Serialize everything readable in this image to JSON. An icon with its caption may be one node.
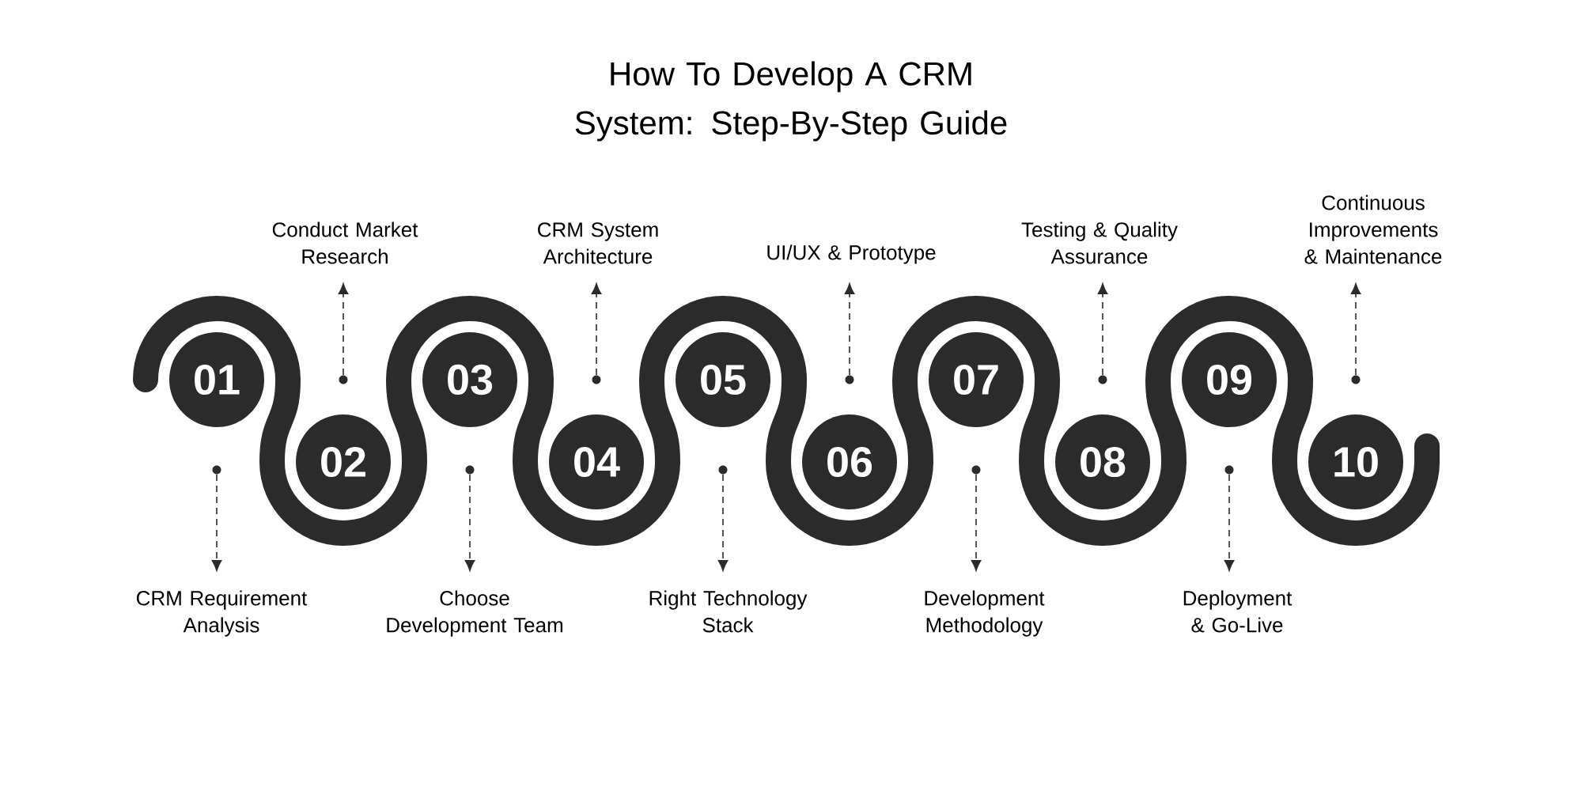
{
  "diagram": {
    "title": "How To Develop A CRM System: Step-By-Step Guide",
    "nodes": [
      {
        "text": [
          "01"
        ]
      },
      {
        "text": [
          "02"
        ]
      },
      {
        "text": [
          "03"
        ]
      },
      {
        "text": [
          "04"
        ]
      },
      {
        "text": [
          "05"
        ]
      },
      {
        "text": [
          "06"
        ]
      },
      {
        "text": [
          "07"
        ]
      },
      {
        "text": [
          "08"
        ]
      },
      {
        "text": [
          "09"
        ]
      },
      {
        "text": [
          "10"
        ]
      },
      {
        "text": [
          "CRM Requirement Analysis"
        ]
      },
      {
        "text": [
          "Conduct Market Research"
        ]
      },
      {
        "text": [
          "Choose Development Team"
        ]
      },
      {
        "text": [
          "CRM System Architecture"
        ]
      },
      {
        "text": [
          "Right Technology Stack"
        ]
      },
      {
        "text": [
          "UI/UX & Prototype"
        ]
      },
      {
        "text": [
          "Development Methodology"
        ]
      },
      {
        "text": [
          "Testing & Quality Assurance"
        ]
      },
      {
        "text": [
          "Deployment & Go-Live"
        ]
      },
      {
        "text": [
          "Continuous Improvements & Maintenance"
        ]
      },
      {
        "text": [],
        "shape": "circle"
      },
      {
        "text": [],
        "shape": "circle"
      },
      {
        "text": [],
        "shape": "circle"
      },
      {
        "text": [],
        "shape": "circle"
      },
      {
        "text": [],
        "shape": "circle"
      },
      {
        "text": [],
        "shape": "circle"
      },
      {
        "text": [],
        "shape": "circle"
      },
      {
        "text": [],
        "shape": "circle"
      },
      {
        "text": [],
        "shape": "circle"
      },
      {
        "text": [],
        "shape": "circle"
      }
    ],
    "edges": [
      {
        "from": 20,
        "to": 10,
        "arrow": "to",
        "style": "dashed"
      },
      {
        "from": 21,
        "to": 11,
        "arrow": "to",
        "style": "dashed"
      },
      {
        "from": 22,
        "to": 12,
        "arrow": "to",
        "style": "dashed"
      },
      {
        "from": 23,
        "to": 13,
        "arrow": "to",
        "style": "dashed"
      },
      {
        "from": 24,
        "to": 14,
        "arrow": "to",
        "style": "dashed"
      },
      {
        "from": 25,
        "to": 15,
        "arrow": "to",
        "style": "dashed"
      },
      {
        "from": 26,
        "to": 16,
        "arrow": "to",
        "style": "dashed"
      },
      {
        "from": 27,
        "to": 17,
        "arrow": "to",
        "style": "dashed"
      },
      {
        "from": 28,
        "to": 18,
        "arrow": "to",
        "style": "dashed"
      },
      {
        "from": 29,
        "to": 19,
        "arrow": "to",
        "style": "dashed"
      }
    ]
  }
}
